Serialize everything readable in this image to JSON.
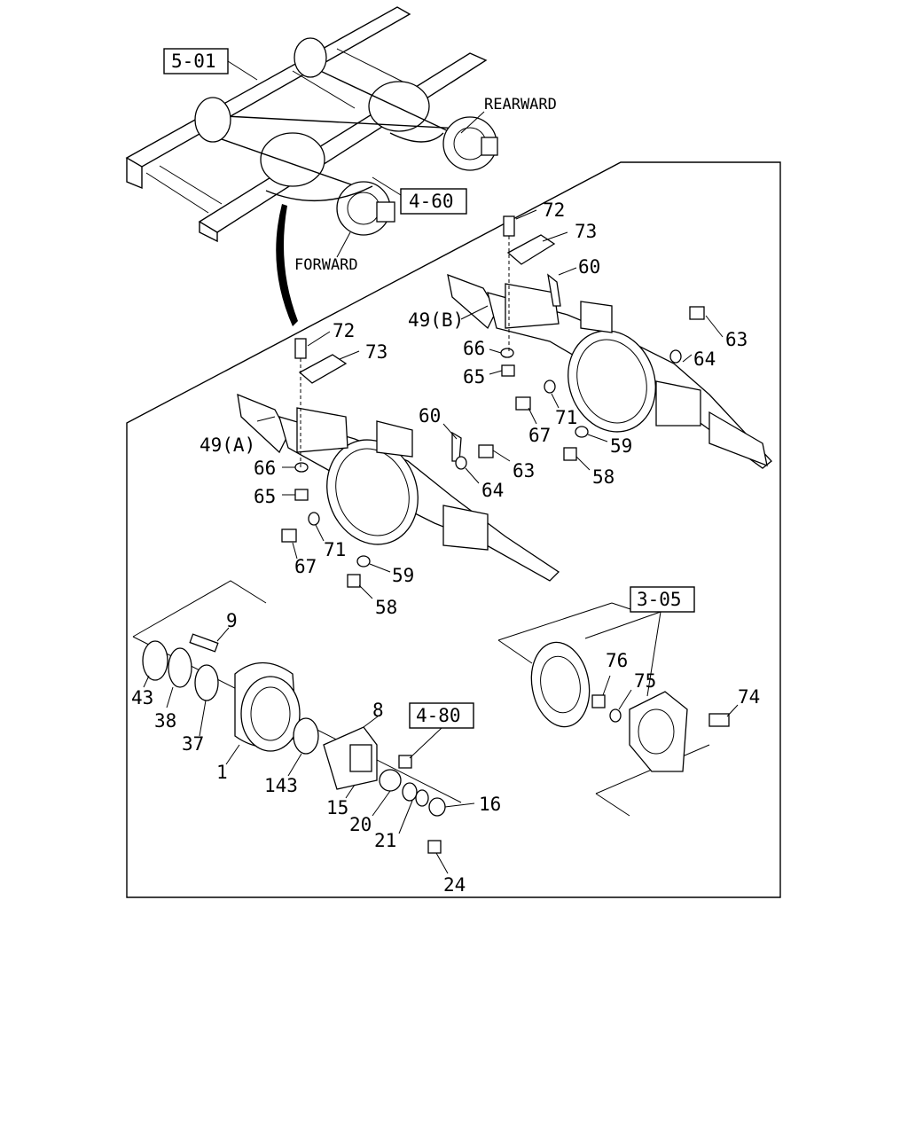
{
  "direction_labels": {
    "rearward": "REARWARD",
    "forward": "FORWARD"
  },
  "ref_boxes": {
    "r501": "5-01",
    "r460": "4-60",
    "r480": "4-80",
    "r305": "3-05"
  },
  "callouts": {
    "p72a": "72",
    "p73a": "73",
    "p60a": "60",
    "p49b": "49(B)",
    "p66a": "66",
    "p65a": "65",
    "p64a": "64",
    "p63a": "63",
    "p71a": "71",
    "p67a": "67",
    "p59a": "59",
    "p58a": "58",
    "p72b": "72",
    "p73b": "73",
    "p49a": "49(A)",
    "p60b": "60",
    "p66b": "66",
    "p65b": "65",
    "p63b": "63",
    "p64b": "64",
    "p71b": "71",
    "p67b": "67",
    "p59b": "59",
    "p58b": "58",
    "p9": "9",
    "p43": "43",
    "p38": "38",
    "p37": "37",
    "p1": "1",
    "p143": "143",
    "p8": "8",
    "p15": "15",
    "p20": "20",
    "p21": "21",
    "p16": "16",
    "p24": "24",
    "p76": "76",
    "p75": "75",
    "p74": "74"
  }
}
